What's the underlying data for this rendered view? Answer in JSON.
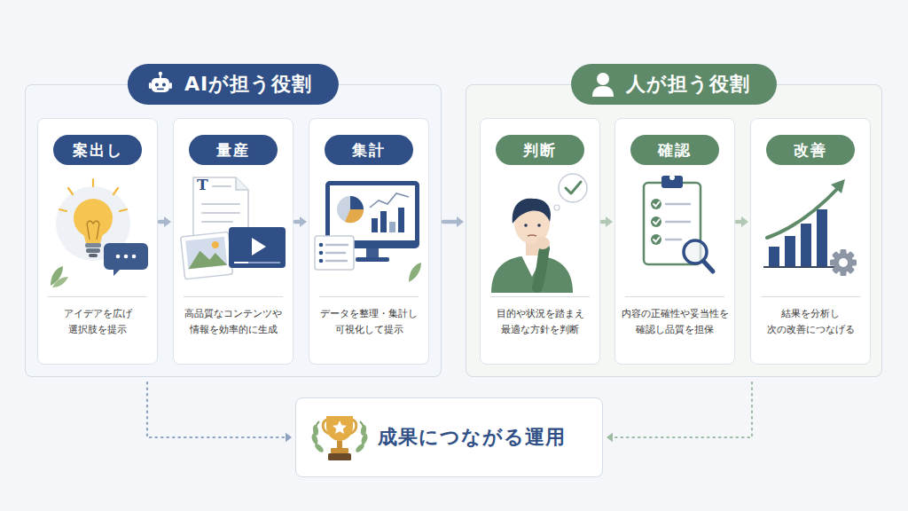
{
  "diagram": {
    "nodes": [
      {
        "text": [
          "AIが担う役割"
        ]
      },
      {
        "text": [
          "案出し",
          "アイデアを広げ 選択肢を提示"
        ],
        "in": 0
      },
      {
        "text": [
          "量産",
          "高品質なコンテンツや 情報を効率的に生成"
        ],
        "in": 0
      },
      {
        "text": [
          "集計",
          "データを整理・集計し 可視化して提示"
        ],
        "in": 0
      },
      {
        "text": [
          "人が担う役割"
        ]
      },
      {
        "text": [
          "判断",
          "目的や状況を踏まえ 最適な方針を判断"
        ],
        "in": 4
      },
      {
        "text": [
          "確認",
          "内容の正確性や妥当性を 確認し品質を担保"
        ],
        "in": 4
      },
      {
        "text": [
          "改善",
          "結果を分析し 次の改善につなげる"
        ],
        "in": 4
      },
      {
        "text": [
          "成果につながる運用"
        ]
      }
    ],
    "edges": [
      {
        "from": 1,
        "to": 2,
        "arrow": "to"
      },
      {
        "from": 2,
        "to": 3,
        "arrow": "to"
      },
      {
        "from": 0,
        "to": 4,
        "arrow": "to"
      },
      {
        "from": 5,
        "to": 6,
        "arrow": "to"
      },
      {
        "from": 6,
        "to": 7,
        "arrow": "to"
      },
      {
        "from": 0,
        "to": 8,
        "arrow": "to"
      },
      {
        "from": 4,
        "to": 8,
        "arrow": "to"
      }
    ],
    "labels": [
      "T"
    ]
  }
}
